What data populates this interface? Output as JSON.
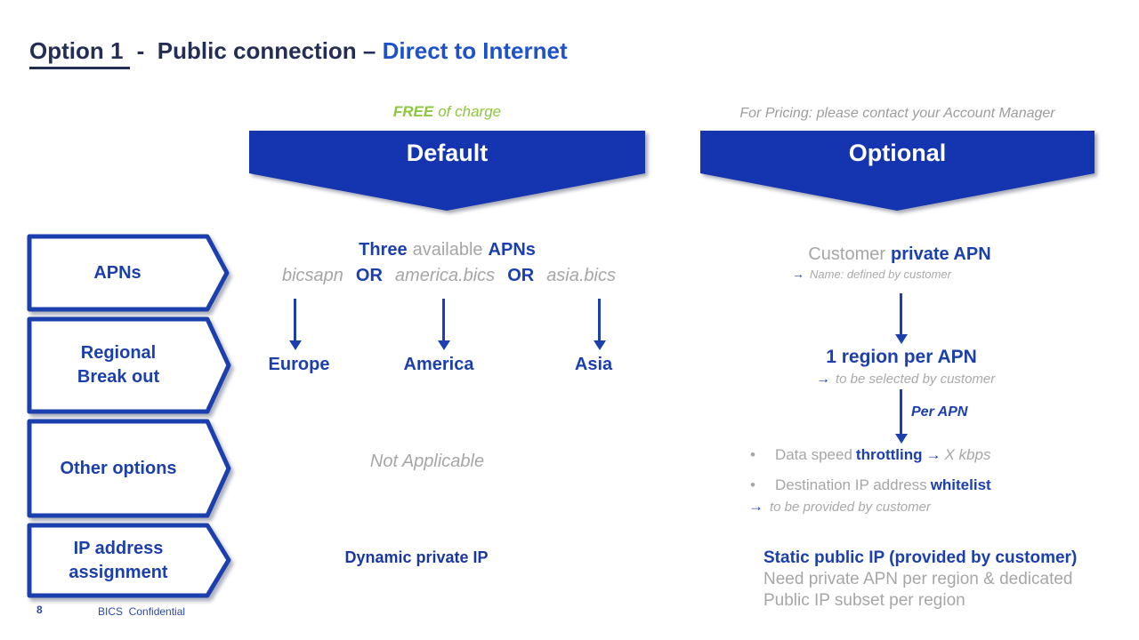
{
  "slide": {
    "title": {
      "option": "Option 1",
      "separator": " -  ",
      "main": "Public connection – ",
      "highlight": "Direct to Internet"
    },
    "footer": {
      "page_number": "8",
      "confidential": "BICS  Confidential"
    }
  },
  "row_labels": [
    {
      "line1": "APNs",
      "line2": ""
    },
    {
      "line1": "Regional",
      "line2": "Break out"
    },
    {
      "line1": "Other options",
      "line2": ""
    },
    {
      "line1": "IP address",
      "line2": "assignment"
    }
  ],
  "default_column": {
    "tagline": {
      "free": "FREE",
      "rest": "of charge"
    },
    "banner_label": "Default",
    "apns_line": {
      "three": "Three",
      "available": "available",
      "apns": "APNs"
    },
    "apn_options": {
      "apn1": "bicsapn",
      "or1": "OR",
      "apn2": "america.bics",
      "or2": "OR",
      "apn3": "asia.bics"
    },
    "regions": [
      "Europe",
      "America",
      "Asia"
    ],
    "other_options": "Not Applicable",
    "ip_assignment": "Dynamic private IP"
  },
  "optional_column": {
    "tagline": "For Pricing: please contact your Account Manager",
    "banner_label": "Optional",
    "apn": {
      "customer": "Customer",
      "private_apn": "private APN",
      "note_arrow": "→",
      "note": "Name: defined by customer"
    },
    "region": {
      "title": "1 region per APN",
      "note_arrow": "→",
      "note": "to be selected by customer",
      "arrow_label": "Per APN"
    },
    "options": {
      "bullet": "•",
      "bullet1": {
        "pre": "Data speed",
        "bold": "throttling",
        "arrow": "→",
        "post": "X kbps"
      },
      "bullet2": {
        "pre": "Destination IP address",
        "bold": "whitelist"
      },
      "note_arrow": "→",
      "note": "to be provided by customer"
    },
    "ip": {
      "line1": "Static public IP (provided by customer)",
      "line2": "Need private APN per region & dedicated",
      "line3": "Public IP subset per region"
    }
  },
  "colors": {
    "banner_blue": "#1534b0",
    "accent_blue": "#1c3fae",
    "title_dark": "#242e55",
    "title_highlight_blue": "#1d52cb",
    "gray_text": "#a6a6a6",
    "green": "#8dc63f",
    "footer_blue": "#2d4aa8"
  }
}
